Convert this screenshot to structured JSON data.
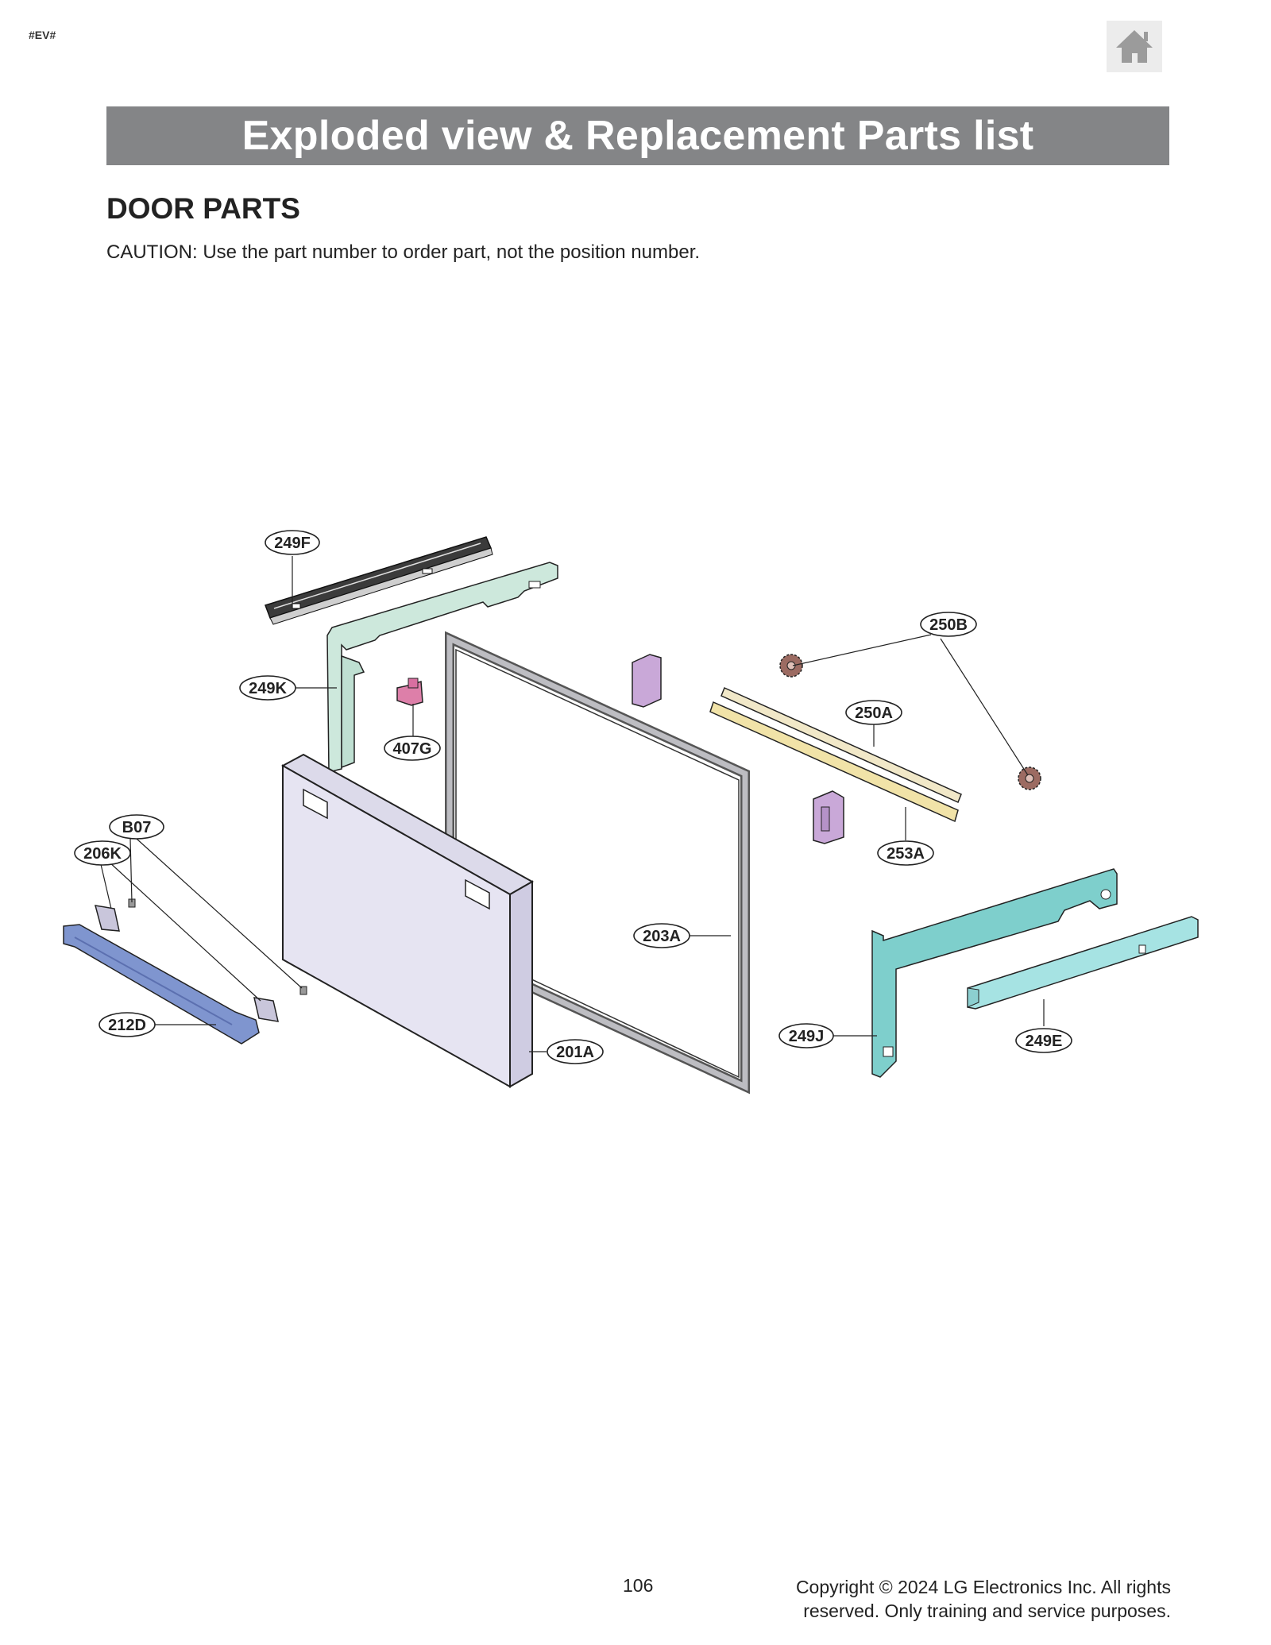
{
  "page_tag": "#EV#",
  "home_icon": "home-icon",
  "header": {
    "title": "Exploded view & Replacement Parts list"
  },
  "section": {
    "title": "DOOR PARTS",
    "caution": "CAUTION: Use the part number to order part, not the position number."
  },
  "diagram": {
    "labels": {
      "p249F": "249F",
      "p249K": "249K",
      "p407G": "407G",
      "p250B": "250B",
      "p250A": "250A",
      "p253A": "253A",
      "pB07": "B07",
      "p206K": "206K",
      "p203A": "203A",
      "p212D": "212D",
      "p201A": "201A",
      "p249J": "249J",
      "p249E": "249E"
    },
    "colors": {
      "door_panel": "#e6e4f2",
      "gasket": "#bdbdc2",
      "bracket_left": "#cde8dc",
      "bracket_right": "#7ecfcc",
      "rail_right": "#a6e3e3",
      "handle": "#7f95cf",
      "clip": "#c9a8d8",
      "rod": "#f1e3a8",
      "gear": "#9c6b62",
      "hinge_pink": "#dd7fa9"
    }
  },
  "footer": {
    "page_number": "106",
    "copyright_line1": "Copyright © 2024 LG Electronics Inc. All rights",
    "copyright_line2": "reserved. Only training and service purposes."
  }
}
